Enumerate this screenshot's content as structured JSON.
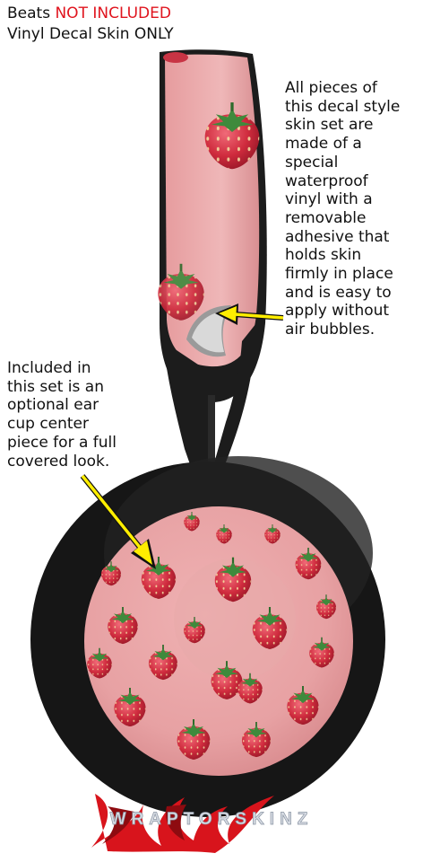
{
  "header": {
    "line1_prefix": "Beats",
    "line1_highlight": "NOT INCLUDED",
    "line2": "Vinyl Decal Skin ONLY"
  },
  "notes": {
    "right_lines": [
      "All pieces of",
      "this decal style",
      "skin set are",
      "made of a",
      "special",
      "waterproof",
      "vinyl with a",
      "removable",
      "adhesive that",
      "holds skin",
      "firmly in place",
      "and is easy to",
      "apply without",
      "air bubbles."
    ],
    "left_lines": [
      "Included in",
      "this set is an",
      "optional ear",
      "cup center",
      "piece for a full",
      "covered look."
    ]
  },
  "logo": {
    "text": "WRAPTORSKINZ"
  },
  "colors": {
    "accent_red": "#e0141e",
    "headphone_black": "#1c1c1c",
    "skin_pink": "#e9a3a4",
    "strawberry_red": "#c82a3a",
    "leaf_green": "#3f8a3c",
    "arrow_yellow": "#ffee00"
  },
  "icons": [
    "strawberry-icon",
    "arrow-icon",
    "logo-claw-icon"
  ]
}
